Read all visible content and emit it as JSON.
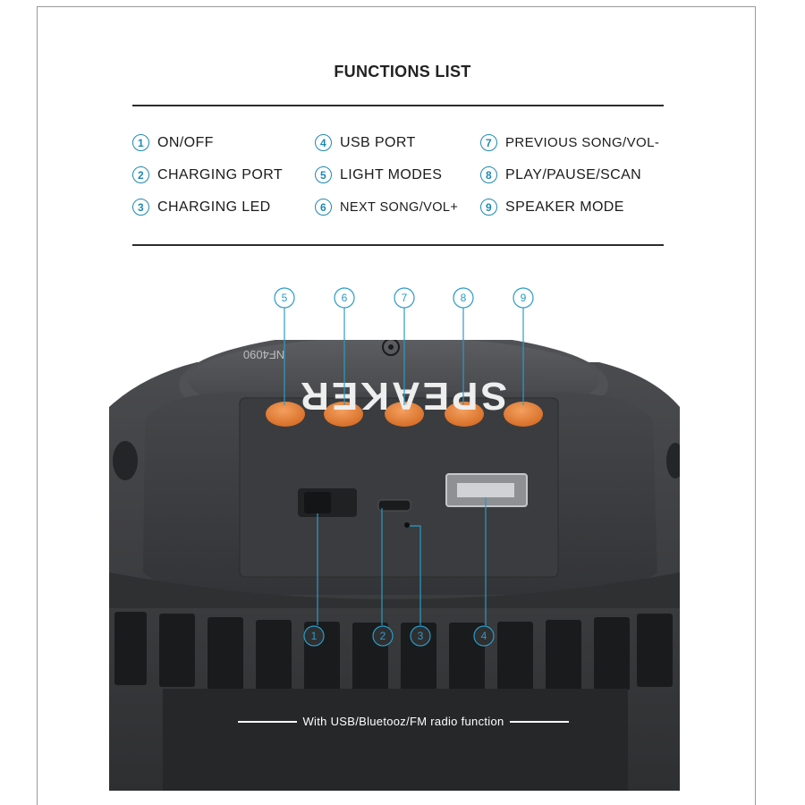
{
  "title": "FUNCTIONS LIST",
  "functions": [
    {
      "num": "1",
      "label": "ON/OFF"
    },
    {
      "num": "2",
      "label": "CHARGING PORT"
    },
    {
      "num": "3",
      "label": "CHARGING LED"
    },
    {
      "num": "4",
      "label": "USB PORT"
    },
    {
      "num": "5",
      "label": "LIGHT MODES"
    },
    {
      "num": "6",
      "label": "NEXT SONG/VOL+"
    },
    {
      "num": "7",
      "label": "PREVIOUS SONG/VOL-"
    },
    {
      "num": "8",
      "label": "PLAY/PAUSE/SCAN"
    },
    {
      "num": "9",
      "label": "SPEAKER MODE"
    }
  ],
  "product": {
    "brand_text": "SPEAKER",
    "model_text": "NF4090",
    "caption": "With USB/Bluetooz/FM radio function"
  },
  "colors": {
    "accent": "#1e88b4",
    "button_orange": "#e8823c",
    "body_dark": "#3a3b3d"
  }
}
